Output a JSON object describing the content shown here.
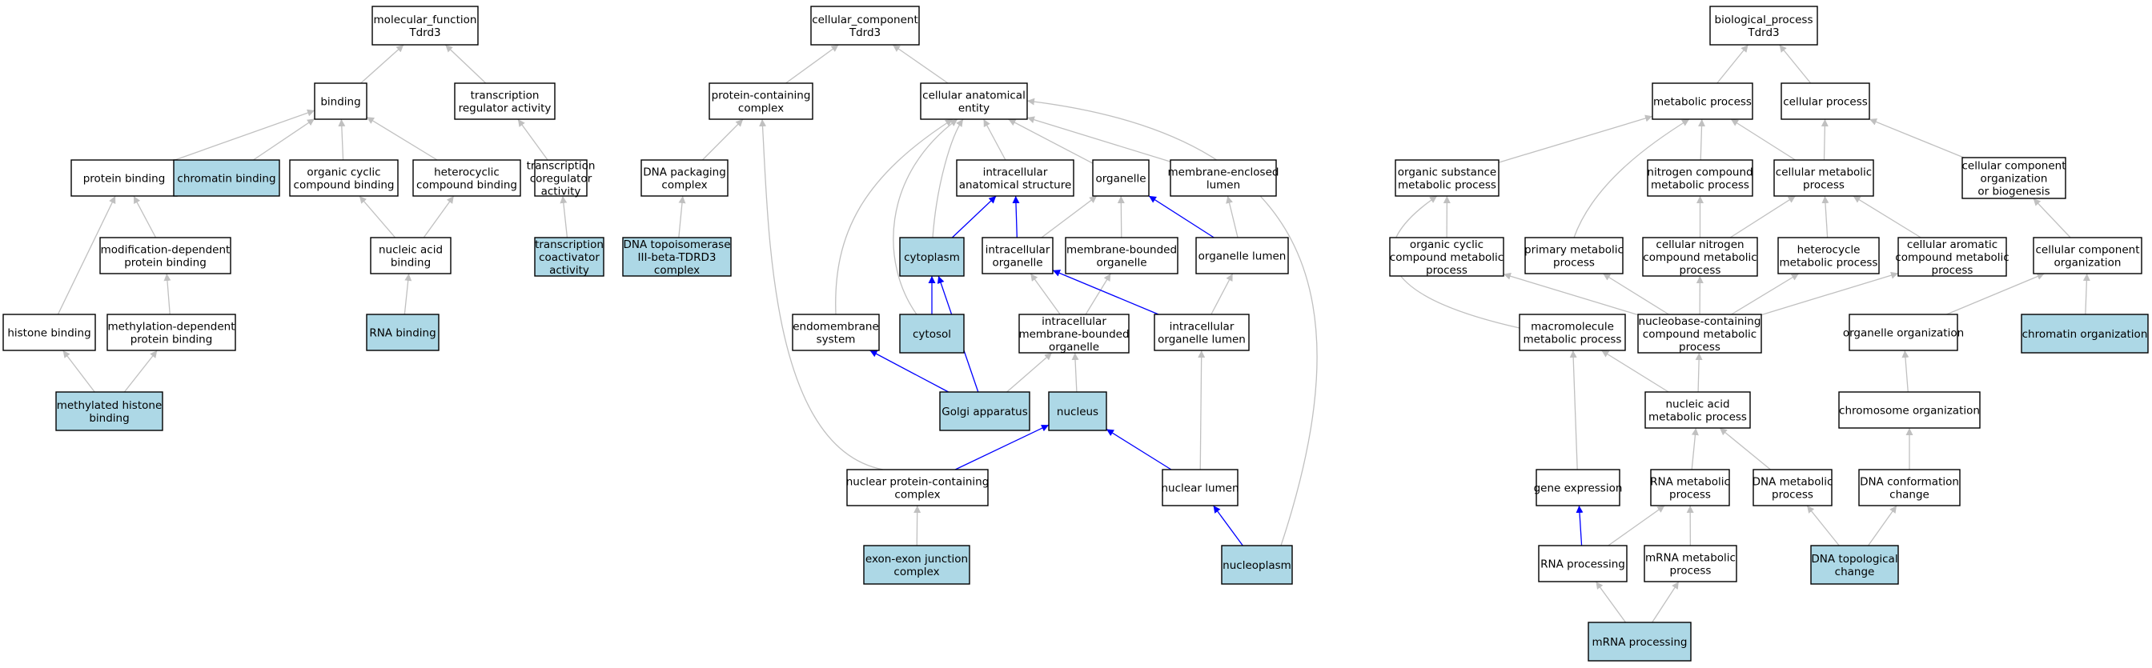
{
  "colors": {
    "node_fill": "#ffffff",
    "highlight_fill": "#add8e6",
    "edge_gray": "#c0c0c0",
    "edge_blue": "#0000ff",
    "border": "#000000"
  },
  "nodes": [
    {
      "id": "mf_root",
      "lines": [
        "molecular_function",
        "Tdrd3"
      ],
      "highlight": false
    },
    {
      "id": "binding",
      "lines": [
        "binding"
      ],
      "highlight": false
    },
    {
      "id": "trans_reg",
      "lines": [
        "transcription",
        "regulator activity"
      ],
      "highlight": false
    },
    {
      "id": "protein_binding",
      "lines": [
        "protein binding"
      ],
      "highlight": false
    },
    {
      "id": "chromatin_binding",
      "lines": [
        "chromatin binding"
      ],
      "highlight": true
    },
    {
      "id": "org_cyc_bind",
      "lines": [
        "organic cyclic",
        "compound binding"
      ],
      "highlight": false
    },
    {
      "id": "het_bind",
      "lines": [
        "heterocyclic",
        "compound binding"
      ],
      "highlight": false
    },
    {
      "id": "trans_coreg",
      "lines": [
        "transcription",
        "coregulator",
        "activity"
      ],
      "highlight": false
    },
    {
      "id": "mod_dep",
      "lines": [
        "modification-dependent",
        "protein binding"
      ],
      "highlight": false
    },
    {
      "id": "nucleic_bind",
      "lines": [
        "nucleic acid",
        "binding"
      ],
      "highlight": false
    },
    {
      "id": "trans_coact",
      "lines": [
        "transcription",
        "coactivator",
        "activity"
      ],
      "highlight": true
    },
    {
      "id": "histone_binding",
      "lines": [
        "histone binding"
      ],
      "highlight": false
    },
    {
      "id": "meth_dep",
      "lines": [
        "methylation-dependent",
        "protein binding"
      ],
      "highlight": false
    },
    {
      "id": "rna_binding",
      "lines": [
        "RNA binding"
      ],
      "highlight": true
    },
    {
      "id": "meth_histone",
      "lines": [
        "methylated histone",
        "binding"
      ],
      "highlight": true
    },
    {
      "id": "cc_root",
      "lines": [
        "cellular_component",
        "Tdrd3"
      ],
      "highlight": false
    },
    {
      "id": "prot_complex",
      "lines": [
        "protein-containing",
        "complex"
      ],
      "highlight": false
    },
    {
      "id": "cell_anat",
      "lines": [
        "cellular anatomical",
        "entity"
      ],
      "highlight": false
    },
    {
      "id": "dna_pack",
      "lines": [
        "DNA packaging",
        "complex"
      ],
      "highlight": false
    },
    {
      "id": "intra_anat",
      "lines": [
        "intracellular",
        "anatomical structure"
      ],
      "highlight": false
    },
    {
      "id": "organelle",
      "lines": [
        "organelle"
      ],
      "highlight": false
    },
    {
      "id": "mem_lumen",
      "lines": [
        "membrane-enclosed",
        "lumen"
      ],
      "highlight": false
    },
    {
      "id": "dna_topo",
      "lines": [
        "DNA topoisomerase",
        "III-beta-TDRD3",
        "complex"
      ],
      "highlight": true
    },
    {
      "id": "cytoplasm",
      "lines": [
        "cytoplasm"
      ],
      "highlight": true
    },
    {
      "id": "intra_org",
      "lines": [
        "intracellular",
        "organelle"
      ],
      "highlight": false
    },
    {
      "id": "mem_org",
      "lines": [
        "membrane-bounded",
        "organelle"
      ],
      "highlight": false
    },
    {
      "id": "org_lumen",
      "lines": [
        "organelle lumen"
      ],
      "highlight": false
    },
    {
      "id": "endomem",
      "lines": [
        "endomembrane",
        "system"
      ],
      "highlight": false
    },
    {
      "id": "cytosol",
      "lines": [
        "cytosol"
      ],
      "highlight": true
    },
    {
      "id": "intra_mem_org",
      "lines": [
        "intracellular",
        "membrane-bounded",
        "organelle"
      ],
      "highlight": false
    },
    {
      "id": "intra_org_lumen",
      "lines": [
        "intracellular",
        "organelle lumen"
      ],
      "highlight": false
    },
    {
      "id": "golgi",
      "lines": [
        "Golgi apparatus"
      ],
      "highlight": true
    },
    {
      "id": "nucleus",
      "lines": [
        "nucleus"
      ],
      "highlight": true
    },
    {
      "id": "nuc_prot_complex",
      "lines": [
        "nuclear protein-containing",
        "complex"
      ],
      "highlight": false
    },
    {
      "id": "nuc_lumen",
      "lines": [
        "nuclear lumen"
      ],
      "highlight": false
    },
    {
      "id": "exon_junction",
      "lines": [
        "exon-exon junction",
        "complex"
      ],
      "highlight": true
    },
    {
      "id": "nucleoplasm",
      "lines": [
        "nucleoplasm"
      ],
      "highlight": true
    },
    {
      "id": "bp_root",
      "lines": [
        "biological_process",
        "Tdrd3"
      ],
      "highlight": false
    },
    {
      "id": "metabolic",
      "lines": [
        "metabolic process"
      ],
      "highlight": false
    },
    {
      "id": "cellular_proc",
      "lines": [
        "cellular process"
      ],
      "highlight": false
    },
    {
      "id": "org_sub_met",
      "lines": [
        "organic substance",
        "metabolic process"
      ],
      "highlight": false
    },
    {
      "id": "nitro_met",
      "lines": [
        "nitrogen compound",
        "metabolic process"
      ],
      "highlight": false
    },
    {
      "id": "cell_met",
      "lines": [
        "cellular metabolic",
        "process"
      ],
      "highlight": false
    },
    {
      "id": "cc_org_bio",
      "lines": [
        "cellular component",
        "organization",
        "or biogenesis"
      ],
      "highlight": false
    },
    {
      "id": "org_cyc_met",
      "lines": [
        "organic cyclic",
        "compound metabolic",
        "process"
      ],
      "highlight": false
    },
    {
      "id": "primary_met",
      "lines": [
        "primary metabolic",
        "process"
      ],
      "highlight": false
    },
    {
      "id": "cell_nitro_met",
      "lines": [
        "cellular nitrogen",
        "compound metabolic",
        "process"
      ],
      "highlight": false
    },
    {
      "id": "hetero_met",
      "lines": [
        "heterocycle",
        "metabolic process"
      ],
      "highlight": false
    },
    {
      "id": "cell_arom_met",
      "lines": [
        "cellular aromatic",
        "compound metabolic",
        "process"
      ],
      "highlight": false
    },
    {
      "id": "cc_org",
      "lines": [
        "cellular component",
        "organization"
      ],
      "highlight": false
    },
    {
      "id": "macromol_met",
      "lines": [
        "macromolecule",
        "metabolic process"
      ],
      "highlight": false
    },
    {
      "id": "nucleobase_met",
      "lines": [
        "nucleobase-containing",
        "compound metabolic",
        "process"
      ],
      "highlight": false
    },
    {
      "id": "organelle_org",
      "lines": [
        "organelle organization"
      ],
      "highlight": false
    },
    {
      "id": "chromatin_org",
      "lines": [
        "chromatin organization"
      ],
      "highlight": true
    },
    {
      "id": "nucleic_met",
      "lines": [
        "nucleic acid",
        "metabolic process"
      ],
      "highlight": false
    },
    {
      "id": "chromosome_org",
      "lines": [
        "chromosome organization"
      ],
      "highlight": false
    },
    {
      "id": "gene_expr",
      "lines": [
        "gene expression"
      ],
      "highlight": false
    },
    {
      "id": "rna_met",
      "lines": [
        "RNA metabolic",
        "process"
      ],
      "highlight": false
    },
    {
      "id": "dna_met",
      "lines": [
        "DNA metabolic",
        "process"
      ],
      "highlight": false
    },
    {
      "id": "dna_conf",
      "lines": [
        "DNA conformation",
        "change"
      ],
      "highlight": false
    },
    {
      "id": "rna_proc",
      "lines": [
        "RNA processing"
      ],
      "highlight": false
    },
    {
      "id": "mrna_met",
      "lines": [
        "mRNA metabolic",
        "process"
      ],
      "highlight": false
    },
    {
      "id": "dna_topo_change",
      "lines": [
        "DNA topological",
        "change"
      ],
      "highlight": true
    },
    {
      "id": "mrna_proc",
      "lines": [
        "mRNA processing"
      ],
      "highlight": true
    }
  ],
  "edges": [
    {
      "from": "binding",
      "to": "mf_root",
      "color": "gray"
    },
    {
      "from": "trans_reg",
      "to": "mf_root",
      "color": "gray"
    },
    {
      "from": "protein_binding",
      "to": "binding",
      "color": "gray"
    },
    {
      "from": "chromatin_binding",
      "to": "binding",
      "color": "gray"
    },
    {
      "from": "org_cyc_bind",
      "to": "binding",
      "color": "gray"
    },
    {
      "from": "het_bind",
      "to": "binding",
      "color": "gray"
    },
    {
      "from": "trans_coreg",
      "to": "trans_reg",
      "color": "gray"
    },
    {
      "from": "mod_dep",
      "to": "protein_binding",
      "color": "gray"
    },
    {
      "from": "histone_binding",
      "to": "protein_binding",
      "color": "gray"
    },
    {
      "from": "nucleic_bind",
      "to": "org_cyc_bind",
      "color": "gray"
    },
    {
      "from": "nucleic_bind",
      "to": "het_bind",
      "color": "gray"
    },
    {
      "from": "trans_coact",
      "to": "trans_coreg",
      "color": "gray"
    },
    {
      "from": "meth_dep",
      "to": "mod_dep",
      "color": "gray"
    },
    {
      "from": "rna_binding",
      "to": "nucleic_bind",
      "color": "gray"
    },
    {
      "from": "meth_histone",
      "to": "histone_binding",
      "color": "gray"
    },
    {
      "from": "meth_histone",
      "to": "meth_dep",
      "color": "gray"
    },
    {
      "from": "prot_complex",
      "to": "cc_root",
      "color": "gray"
    },
    {
      "from": "cell_anat",
      "to": "cc_root",
      "color": "gray"
    },
    {
      "from": "dna_pack",
      "to": "prot_complex",
      "color": "gray"
    },
    {
      "from": "intra_anat",
      "to": "cell_anat",
      "color": "gray"
    },
    {
      "from": "organelle",
      "to": "cell_anat",
      "color": "gray"
    },
    {
      "from": "mem_lumen",
      "to": "cell_anat",
      "color": "gray"
    },
    {
      "from": "cytoplasm",
      "to": "cell_anat",
      "color": "gray"
    },
    {
      "from": "endomem",
      "to": "cell_anat",
      "color": "gray"
    },
    {
      "from": "cytosol",
      "to": "cell_anat",
      "color": "gray"
    },
    {
      "from": "nucleoplasm",
      "to": "cell_anat",
      "color": "gray"
    },
    {
      "from": "dna_topo",
      "to": "dna_pack",
      "color": "gray"
    },
    {
      "from": "cytoplasm",
      "to": "intra_anat",
      "color": "blue"
    },
    {
      "from": "intra_org",
      "to": "intra_anat",
      "color": "blue"
    },
    {
      "from": "intra_org",
      "to": "organelle",
      "color": "gray"
    },
    {
      "from": "mem_org",
      "to": "organelle",
      "color": "gray"
    },
    {
      "from": "org_lumen",
      "to": "organelle",
      "color": "blue"
    },
    {
      "from": "org_lumen",
      "to": "mem_lumen",
      "color": "gray"
    },
    {
      "from": "cytosol",
      "to": "cytoplasm",
      "color": "blue"
    },
    {
      "from": "golgi",
      "to": "cytoplasm",
      "color": "blue"
    },
    {
      "from": "intra_mem_org",
      "to": "intra_org",
      "color": "gray"
    },
    {
      "from": "intra_mem_org",
      "to": "mem_org",
      "color": "gray"
    },
    {
      "from": "intra_org_lumen",
      "to": "intra_org",
      "color": "blue"
    },
    {
      "from": "intra_org_lumen",
      "to": "org_lumen",
      "color": "gray"
    },
    {
      "from": "golgi",
      "to": "endomem",
      "color": "blue"
    },
    {
      "from": "golgi",
      "to": "intra_mem_org",
      "color": "gray"
    },
    {
      "from": "nucleus",
      "to": "intra_mem_org",
      "color": "gray"
    },
    {
      "from": "nuc_prot_complex",
      "to": "nucleus",
      "color": "blue"
    },
    {
      "from": "nuc_prot_complex",
      "to": "prot_complex",
      "color": "gray"
    },
    {
      "from": "nuc_lumen",
      "to": "nucleus",
      "color": "blue"
    },
    {
      "from": "nuc_lumen",
      "to": "intra_org_lumen",
      "color": "gray"
    },
    {
      "from": "exon_junction",
      "to": "nuc_prot_complex",
      "color": "gray"
    },
    {
      "from": "nucleoplasm",
      "to": "nuc_lumen",
      "color": "blue"
    },
    {
      "from": "metabolic",
      "to": "bp_root",
      "color": "gray"
    },
    {
      "from": "cellular_proc",
      "to": "bp_root",
      "color": "gray"
    },
    {
      "from": "org_sub_met",
      "to": "metabolic",
      "color": "gray"
    },
    {
      "from": "nitro_met",
      "to": "metabolic",
      "color": "gray"
    },
    {
      "from": "cell_met",
      "to": "metabolic",
      "color": "gray"
    },
    {
      "from": "primary_met",
      "to": "metabolic",
      "color": "gray"
    },
    {
      "from": "cell_met",
      "to": "cellular_proc",
      "color": "gray"
    },
    {
      "from": "cc_org_bio",
      "to": "cellular_proc",
      "color": "gray"
    },
    {
      "from": "org_cyc_met",
      "to": "org_sub_met",
      "color": "gray"
    },
    {
      "from": "macromol_met",
      "to": "org_sub_met",
      "color": "gray"
    },
    {
      "from": "cell_nitro_met",
      "to": "nitro_met",
      "color": "gray"
    },
    {
      "from": "cell_nitro_met",
      "to": "cell_met",
      "color": "gray"
    },
    {
      "from": "hetero_met",
      "to": "cell_met",
      "color": "gray"
    },
    {
      "from": "cell_arom_met",
      "to": "cell_met",
      "color": "gray"
    },
    {
      "from": "cc_org",
      "to": "cc_org_bio",
      "color": "gray"
    },
    {
      "from": "nucleobase_met",
      "to": "org_cyc_met",
      "color": "gray"
    },
    {
      "from": "nucleobase_met",
      "to": "cell_nitro_met",
      "color": "gray"
    },
    {
      "from": "nucleobase_met",
      "to": "hetero_met",
      "color": "gray"
    },
    {
      "from": "nucleobase_met",
      "to": "cell_arom_met",
      "color": "gray"
    },
    {
      "from": "nucleobase_met",
      "to": "primary_met",
      "color": "gray"
    },
    {
      "from": "organelle_org",
      "to": "cc_org",
      "color": "gray"
    },
    {
      "from": "chromatin_org",
      "to": "cc_org",
      "color": "gray"
    },
    {
      "from": "nucleic_met",
      "to": "nucleobase_met",
      "color": "gray"
    },
    {
      "from": "nucleic_met",
      "to": "macromol_met",
      "color": "gray"
    },
    {
      "from": "gene_expr",
      "to": "macromol_met",
      "color": "gray"
    },
    {
      "from": "chromosome_org",
      "to": "organelle_org",
      "color": "gray"
    },
    {
      "from": "rna_met",
      "to": "nucleic_met",
      "color": "gray"
    },
    {
      "from": "dna_met",
      "to": "nucleic_met",
      "color": "gray"
    },
    {
      "from": "dna_conf",
      "to": "chromosome_org",
      "color": "gray"
    },
    {
      "from": "rna_proc",
      "to": "gene_expr",
      "color": "blue"
    },
    {
      "from": "rna_proc",
      "to": "rna_met",
      "color": "gray"
    },
    {
      "from": "mrna_met",
      "to": "rna_met",
      "color": "gray"
    },
    {
      "from": "dna_topo_change",
      "to": "dna_met",
      "color": "gray"
    },
    {
      "from": "dna_topo_change",
      "to": "dna_conf",
      "color": "gray"
    },
    {
      "from": "mrna_proc",
      "to": "rna_proc",
      "color": "gray"
    },
    {
      "from": "mrna_proc",
      "to": "mrna_met",
      "color": "gray"
    }
  ]
}
